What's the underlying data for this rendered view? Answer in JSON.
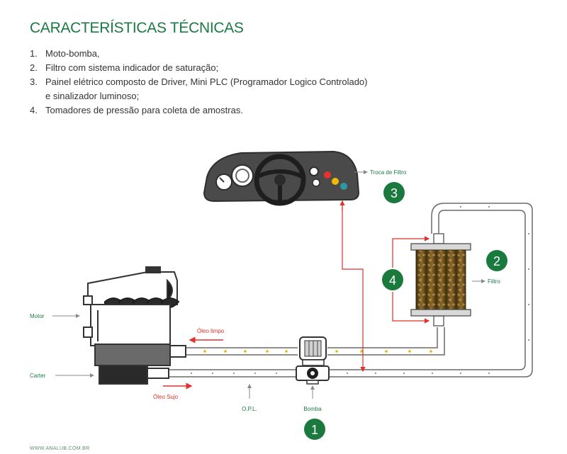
{
  "title": "CARACTERÍSTICAS TÉCNICAS",
  "items": [
    {
      "num": "1.",
      "text": "Moto-bomba,",
      "cont": ""
    },
    {
      "num": "2.",
      "text": "Filtro com sistema indicador de saturação;",
      "cont": ""
    },
    {
      "num": "3.",
      "text": "Painel elétrico composto de Driver, Mini PLC (Programador Logico Controlado)",
      "cont": "e sinalizador luminoso;"
    },
    {
      "num": "4.",
      "text": "Tomadores de pressão para coleta de amostras.",
      "cont": ""
    }
  ],
  "diagram": {
    "labels": {
      "troca_filtro": "Troca de Filtro",
      "filtro": "Filtro",
      "motor": "Motor",
      "carter": "Carter",
      "oleo_limpo": "Óleo limpo",
      "oleo_sujo": "Óleo Sujo",
      "opl": "O.P.L.",
      "bomba": "Bomba"
    },
    "badges": {
      "b1": "1",
      "b2": "2",
      "b3": "3",
      "b4": "4"
    },
    "colors": {
      "brand_green": "#1b7a44",
      "badge_green": "#1a7a3e",
      "arrow_red": "#e0312b",
      "dot_yellow": "#f0b400",
      "pipe_gray": "#6a6a6a",
      "panel_dark": "#4a4a4a"
    }
  },
  "footer": "WWW.ANALUB.COM.BR"
}
